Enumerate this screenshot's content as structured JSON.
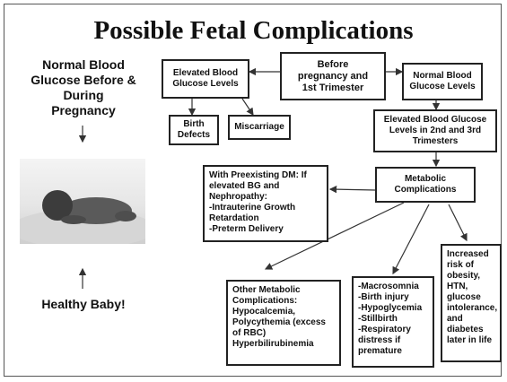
{
  "title": "Possible Fetal Complications",
  "left_panel": {
    "heading": "Normal Blood\nGlucose Before &\nDuring\nPregnancy",
    "caption": "Healthy Baby!"
  },
  "nodes": {
    "before_pregnancy": "Before\npregnancy and\n1st Trimester",
    "elevated_bg": "Elevated Blood\nGlucose Levels",
    "normal_bg": "Normal Blood\nGlucose Levels",
    "birth_defects": "Birth\nDefects",
    "miscarriage": "Miscarriage",
    "elevated_bg_2nd_3rd": "Elevated Blood Glucose\nLevels in 2nd and 3rd\nTrimesters",
    "metabolic": "Metabolic\nComplications",
    "preexisting_dm": "With Preexisting DM: If\nelevated BG and\nNephropathy:\n-Intrauterine Growth\nRetardation\n-Preterm Delivery",
    "other_metabolic": "Other Metabolic\nComplications:\nHypocalcemia,\nPolycythemia (excess\nof RBC)\nHyperbilirubinemia",
    "macrosomnia": "-Macrosomnia\n-Birth injury\n-Hypoglycemia\n-Stillbirth\n-Respiratory\ndistress if\npremature",
    "later_risk": "Increased\nrisk of\nobesity,\nHTN,\nglucose\nintolerance,\nand\ndiabetes\nlater in life"
  },
  "icons": {
    "baby": "sleeping-baby-photo"
  },
  "colors": {
    "border": "#222222",
    "arrow": "#333333"
  }
}
